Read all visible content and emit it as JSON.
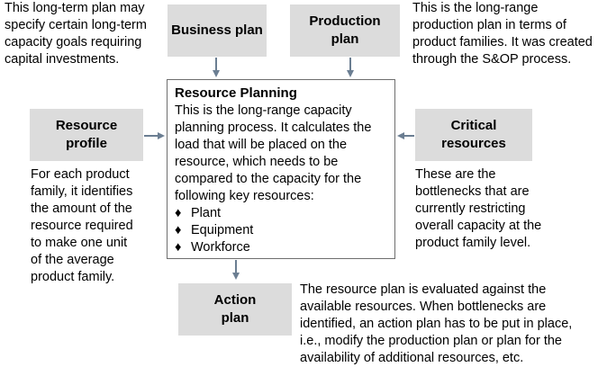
{
  "notes": {
    "top_left": "This long-term plan may\nspecify certain long-term\ncapacity goals requiring\ncapital investments.",
    "top_right": "This is the long-range\nproduction plan in terms of\nproduct families. It was created\nthrough the S&OP process.",
    "left": "For each product\nfamily, it identifies\nthe amount of the\nresource required\nto make one unit\nof the average\nproduct family.",
    "right": "These are the\nbottlenecks that are\ncurrently restricting\noverall capacity at the\nproduct family level.",
    "bottom": "The resource plan is evaluated against the\navailable resources. When bottlenecks are\nidentified, an action plan has to be put in place,\ni.e., modify the production plan or plan for the\navailability of additional resources, etc."
  },
  "boxes": {
    "business_plan": "Business plan",
    "production_plan": [
      "Production",
      "plan"
    ],
    "resource_profile": [
      "Resource",
      "profile"
    ],
    "critical_resources": [
      "Critical",
      "resources"
    ],
    "action_plan": [
      "Action",
      "plan"
    ]
  },
  "center": {
    "title": "Resource Planning",
    "body": "This is the long-range capacity\nplanning process. It calculates the\nload that will be placed on the\nresource, which needs to be\ncompared to the capacity for the\nfollowing key resources:",
    "bullet_glyph": "♦",
    "bullets": [
      "Plant",
      "Equipment",
      "Workforce"
    ]
  }
}
